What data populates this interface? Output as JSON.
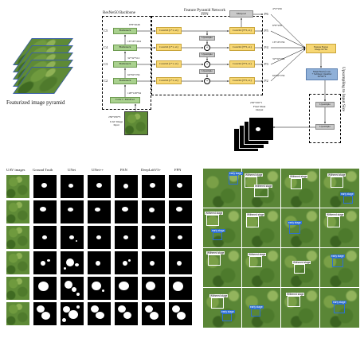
{
  "top": {
    "pyramid_label": "Featurized image pyramid",
    "backbone_label": "ResNet50 Backbone",
    "fpn_label_line1": "Feature Pyramid Network",
    "fpn_label_line2": "FPN",
    "uav_input_size": "256*256*3",
    "uav_input_label_line1": "UAV Image",
    "uav_input_label_line2": "Input",
    "stages": [
      {
        "id": "C5",
        "label": "Bottleneck",
        "size": "8*8*2048"
      },
      {
        "id": "C4",
        "label": "Bottleneck",
        "size": "16*16*1024"
      },
      {
        "id": "C3",
        "label": "Bottleneck",
        "size": "32*32*512"
      },
      {
        "id": "C2",
        "label": "Bottleneck",
        "size": "64*64*256"
      }
    ],
    "stem": {
      "label": "Conv1 / MaxPool",
      "size": "128*128*64"
    },
    "lateral_conv": "Conv2d (1*1, s1)",
    "smooth_conv": "Conv2d (3*3, s1)",
    "maxpool_label": "Maxpool",
    "upsample_label": "Upsample",
    "plus_symbol": "+",
    "p_levels": [
      {
        "id": "P6",
        "size": "4*4*256"
      },
      {
        "id": "P5",
        "size": "8*8*256"
      },
      {
        "id": "P4",
        "size": "16*16*256"
      },
      {
        "id": "P3",
        "size": "32*32*256"
      },
      {
        "id": "P2",
        "size": "64*64*256"
      }
    ],
    "fusion_line1": "Feature Fusion",
    "fusion_line2": "Image 64*64",
    "head_line1": "Mask Head (Conv",
    "head_line2": "+ Softmax Classifier",
    "head_line3": "64*64*2",
    "upsampling_label": "Upsampling to Input Size",
    "final_size": "256*256*1",
    "final_label_line1": "Final Mask",
    "final_label_line2": "Output"
  },
  "comparison": {
    "headers": [
      "UAV images",
      "Ground Truth",
      "UNet",
      "UNet++",
      "PAN",
      "DeepLabV3+",
      "FPN"
    ]
  },
  "detections": {
    "blue_label": "early stage",
    "white_label": "Withered stage"
  }
}
